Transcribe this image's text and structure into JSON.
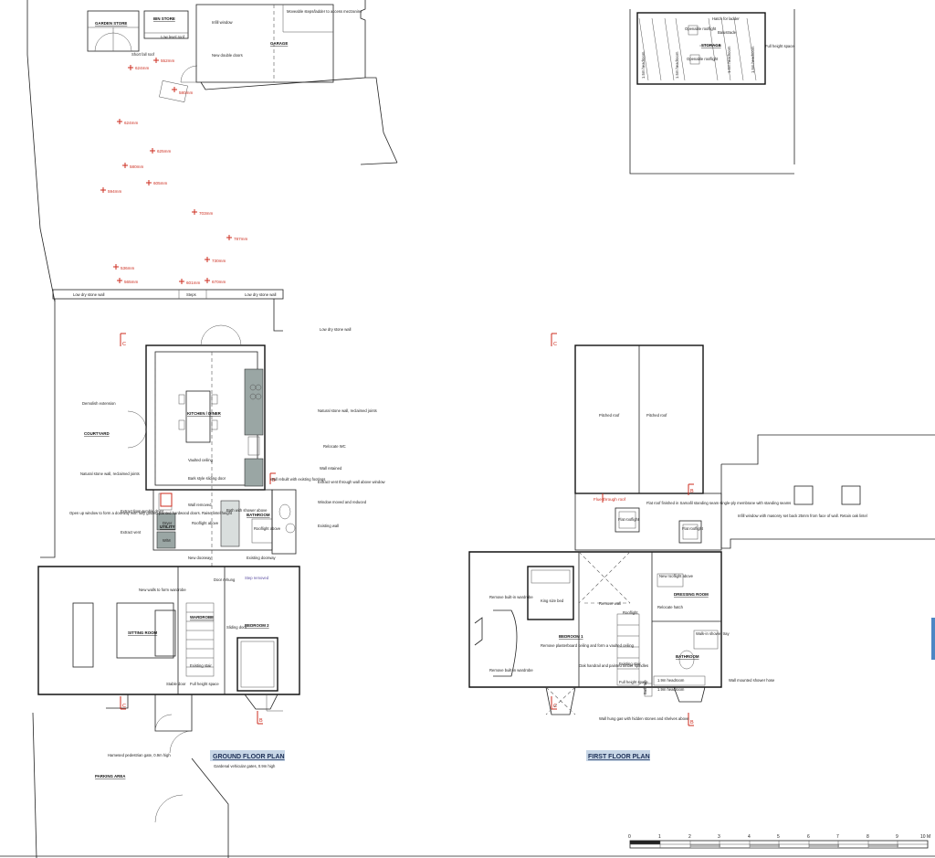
{
  "ground_floor": {
    "title": "GROUND FLOOR PLAN",
    "rooms": {
      "garden_store": "GARDEN STORE",
      "bin_store": "BIN STORE",
      "garage": "GARAGE",
      "courtyard": "COURTYARD",
      "kitchen_diner": "KITCHEN / DINER",
      "utility": "UTILITY",
      "bathroom": "BATHROOM",
      "sitting_room": "SITTING ROOM",
      "wardrobe": "WARDROBE",
      "bedroom_2": "BEDROOM 2",
      "parking_area": "PARKING AREA"
    },
    "notes": {
      "infill_window": "Infill window",
      "movable_steps": "Moveable steps/ladder to access mezzanine",
      "low_level_roof": "Low level roof",
      "short_fall_roof": "Short fall roof",
      "new_double_doors": "New double doors",
      "low_dry_wall_left": "Low dry stone wall",
      "steps": "Steps",
      "low_dry_wall_right": "Low dry stone wall",
      "low_dry_wall_side": "Low dry stone wall",
      "demolish_extension": "Demolish extension",
      "natural_stone_wall": "Natural stone wall, reclaimed joints",
      "relocate_wc": "Relocate WC",
      "wall_retained": "Wall retained",
      "wall_rebuilt": "Wall rebuilt with existing footings",
      "vaulted_ceiling": "Vaulted ceiling",
      "bark_style_door": "Bark style sliding door",
      "natural_stone_wall_2": "Natural stone wall, reclaimed joints",
      "extract_vent_wall": "Extract vent through wall above window",
      "window_moved": "Window moved and reduced",
      "open_up_window": "Open up window to form a doorway with fully glazed painted hardwood doors. Raise lintel height",
      "extract_from_tumble": "Extract from tumble dryer",
      "extract_vent": "Extract vent",
      "wall_removed": "Wall removed",
      "rooflight_above": "Rooflight above",
      "bath_shower": "Bath with shower above",
      "rooflight_above_2": "Rooflight above",
      "existing_wall": "Existing wall",
      "existing_doorway": "Existing doorway",
      "new_doorway": "New doorway",
      "door_rehung": "Door rehung",
      "step_removed": "Step removed",
      "new_walls_wardrobe": "New walls to form wardrobe",
      "sliding_door": "Sliding door",
      "existing_stair": "Existing stair",
      "stable_door": "Stable door",
      "full_height_space": "Full height space",
      "hamesed_gates": "Hamesed pedestrian gate, 0.9m high",
      "gardenal_gates": "Gardenal vehicular gates, 0.9m high",
      "dryer": "Dryer",
      "wm": "W/M"
    },
    "levels": [
      "552mm",
      "624mm",
      "580mm",
      "624mm",
      "625mm",
      "580mm",
      "605mm",
      "594mm",
      "703mm",
      "787mm",
      "536mm",
      "730mm",
      "565mm",
      "601mm",
      "670mm"
    ],
    "section_markers": [
      "C",
      "C",
      "B",
      "B"
    ]
  },
  "first_floor": {
    "title": "FIRST FLOOR PLAN",
    "rooms": {
      "storage": "STORAGE",
      "bedroom_1": "BEDROOM 1",
      "dressing_room": "DRESSING ROOM",
      "bathroom": "BATHROOM"
    },
    "notes": {
      "openable_rooflight": "Openable rooflight",
      "hatch_for_ladder": "Hatch for ladder",
      "balustrade": "Balustrade",
      "openable_rooflight_2": "Openable rooflight",
      "full_height_space": "Full height space",
      "hr_a": "1.5m headroom",
      "hr_b": "1.5m headroom",
      "hr_c": "1.5m headroom",
      "hr_d": "1.5m headroom",
      "pitched_roof_1": "Pitched roof",
      "pitched_roof_2": "Pitched roof",
      "flat_roof_finished": "Flat roof finished in Sarnafil standing seam single-ply membrane with standing seams",
      "flue_through_roof": "Flue through roof",
      "flat_rooflight": "Flat rooflight",
      "flat_rooflight_2": "Flat rooflight",
      "infill_window_masonry": "Infill window with masonry set back 25mm from face of wall. Retain oak lintel",
      "new_rooflight_above": "New rooflight above",
      "remove_built_in_wardrobe": "Remove built-in wardrobe",
      "king_size_bed": "King size bed",
      "remove_wall": "Remove wall",
      "relocate_hatch": "Relocate hatch",
      "rooflight": "Rooflight",
      "walk_in_shower": "Walk-in shower tray",
      "remove_plasterboard": "Remove plasterboard ceiling and form a vaulted ceiling",
      "remove_built_in_wardrobe_2": "Remove built-in wardrobe",
      "oak_handrail": "Oak handrail and painted timber spindles",
      "existing_stair": "Existing stair",
      "full_height_space_2": "Full height space",
      "headroom_1": "1.9m headroom",
      "headroom_2": "1.9m headroom",
      "bath_tub": "Bath tub",
      "wall_mounted_shower": "Wall mounted shower hose",
      "wall_hung_gas": "Wall hung gas with hidden stones and shelves above"
    },
    "section_markers": [
      "C",
      "C",
      "B",
      "B"
    ]
  },
  "scale_bar": {
    "ticks": [
      "0",
      "1",
      "2",
      "3",
      "4",
      "5",
      "6",
      "7",
      "8",
      "9",
      "10 M"
    ]
  }
}
